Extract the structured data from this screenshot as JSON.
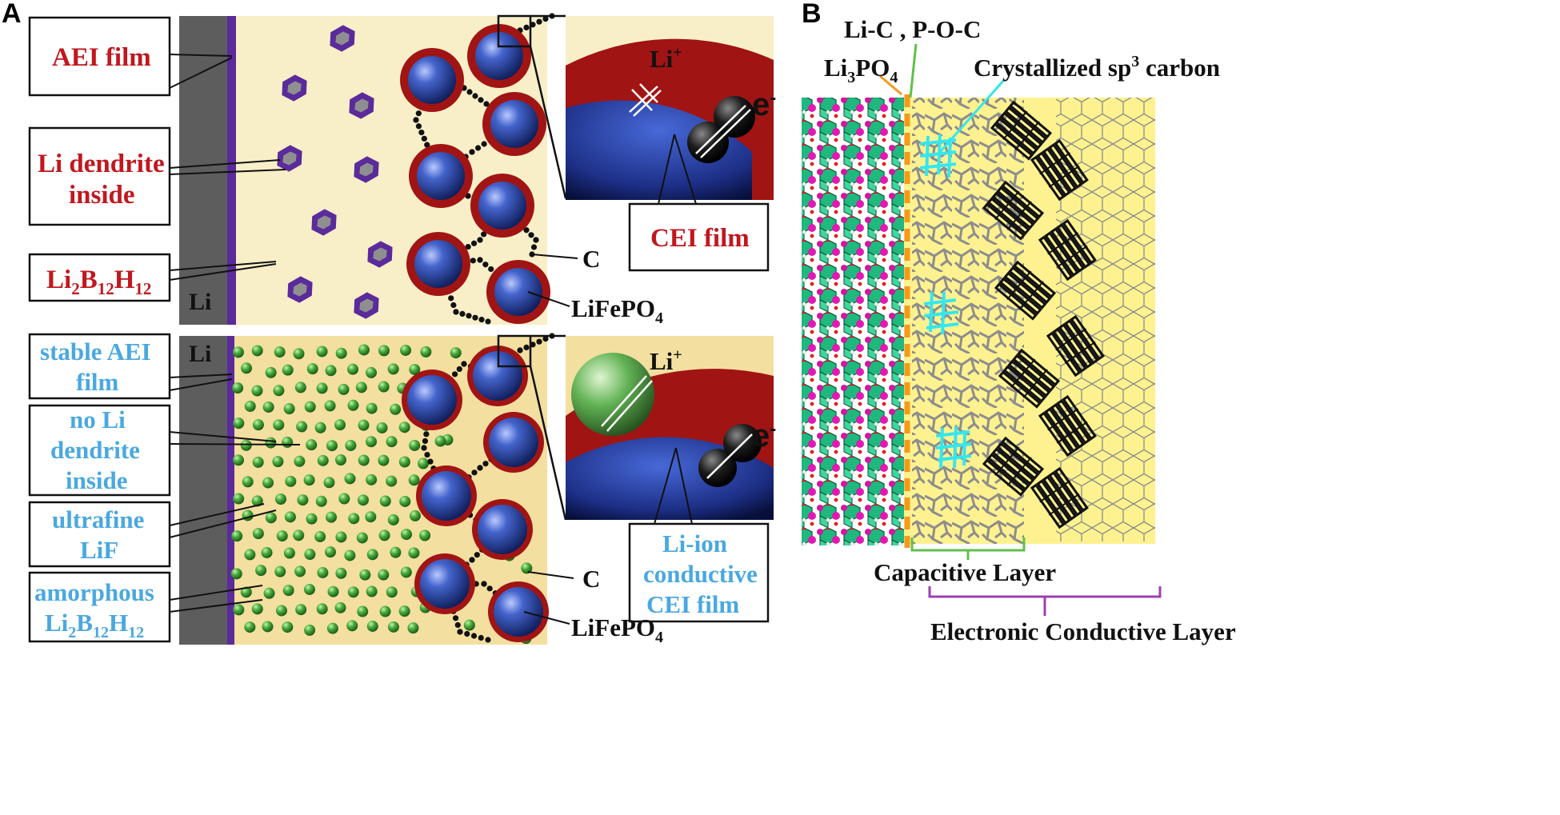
{
  "panels": {
    "a": "A",
    "b": "B"
  },
  "top": {
    "labels": {
      "aei": "AEI film",
      "dendrite_l1": "Li dendrite",
      "dendrite_l2": "inside",
      "salt_main_1": "Li",
      "salt_sub_1": "2",
      "salt_main_2": "B",
      "salt_sub_2": "12",
      "salt_main_3": "H",
      "salt_sub_3": "12"
    },
    "li_anode": "Li",
    "carbon": "C",
    "lfp_main": "LiFePO",
    "lfp_sub": "4",
    "inset_li": "Li",
    "inset_li_sup": "+",
    "inset_e": "e",
    "inset_e_sup": "-",
    "cei": "CEI film"
  },
  "bottom": {
    "labels": {
      "stable_l1": "stable AEI",
      "stable_l2": "film",
      "nodendrite_l1": "no Li",
      "nodendrite_l2": "dendrite",
      "nodendrite_l3": "inside",
      "lif_l1": "ultrafine",
      "lif_l2": "LiF",
      "amorph_l1": "amorphous",
      "salt_main_1": "Li",
      "salt_sub_1": "2",
      "salt_main_2": "B",
      "salt_sub_2": "12",
      "salt_main_3": "H",
      "salt_sub_3": "12"
    },
    "li_anode": "Li",
    "carbon": "C",
    "lfp_main": "LiFePO",
    "lfp_sub": "4",
    "inset_li": "Li",
    "inset_li_sup": "+",
    "inset_e": "e",
    "inset_e_sup": "-",
    "cei_l1": "Li-ion",
    "cei_l2": "conductive",
    "cei_l3": "CEI film"
  },
  "panel_b": {
    "lic": "Li-C , P-O-C",
    "li3po4_main": "Li",
    "li3po4_sub1": "3",
    "li3po4_mid": "PO",
    "li3po4_sub2": "4",
    "sp3_main": "Crystallized sp",
    "sp3_sup": "3",
    "sp3_end": " carbon",
    "capacitive": "Capacitive Layer",
    "electronic": "Electronic Conductive Layer"
  },
  "colors": {
    "electrolyte": "#f8efc8",
    "electrolyte_bottom": "#f3dfa0",
    "anode": "#5d5d5d",
    "aei_film": "#5b2a9b",
    "cei": "#a11414",
    "lfp": "#1f3b9a",
    "lif": "#3aa038",
    "red_text": "#c0181e",
    "blue_text": "#4aa8e0",
    "yellow_bg": "#fdf28f",
    "cyan": "#35e6ef",
    "green_bracket": "#5fc14a",
    "purple_bracket": "#9c3fb0",
    "orange": "#f39a1c"
  }
}
